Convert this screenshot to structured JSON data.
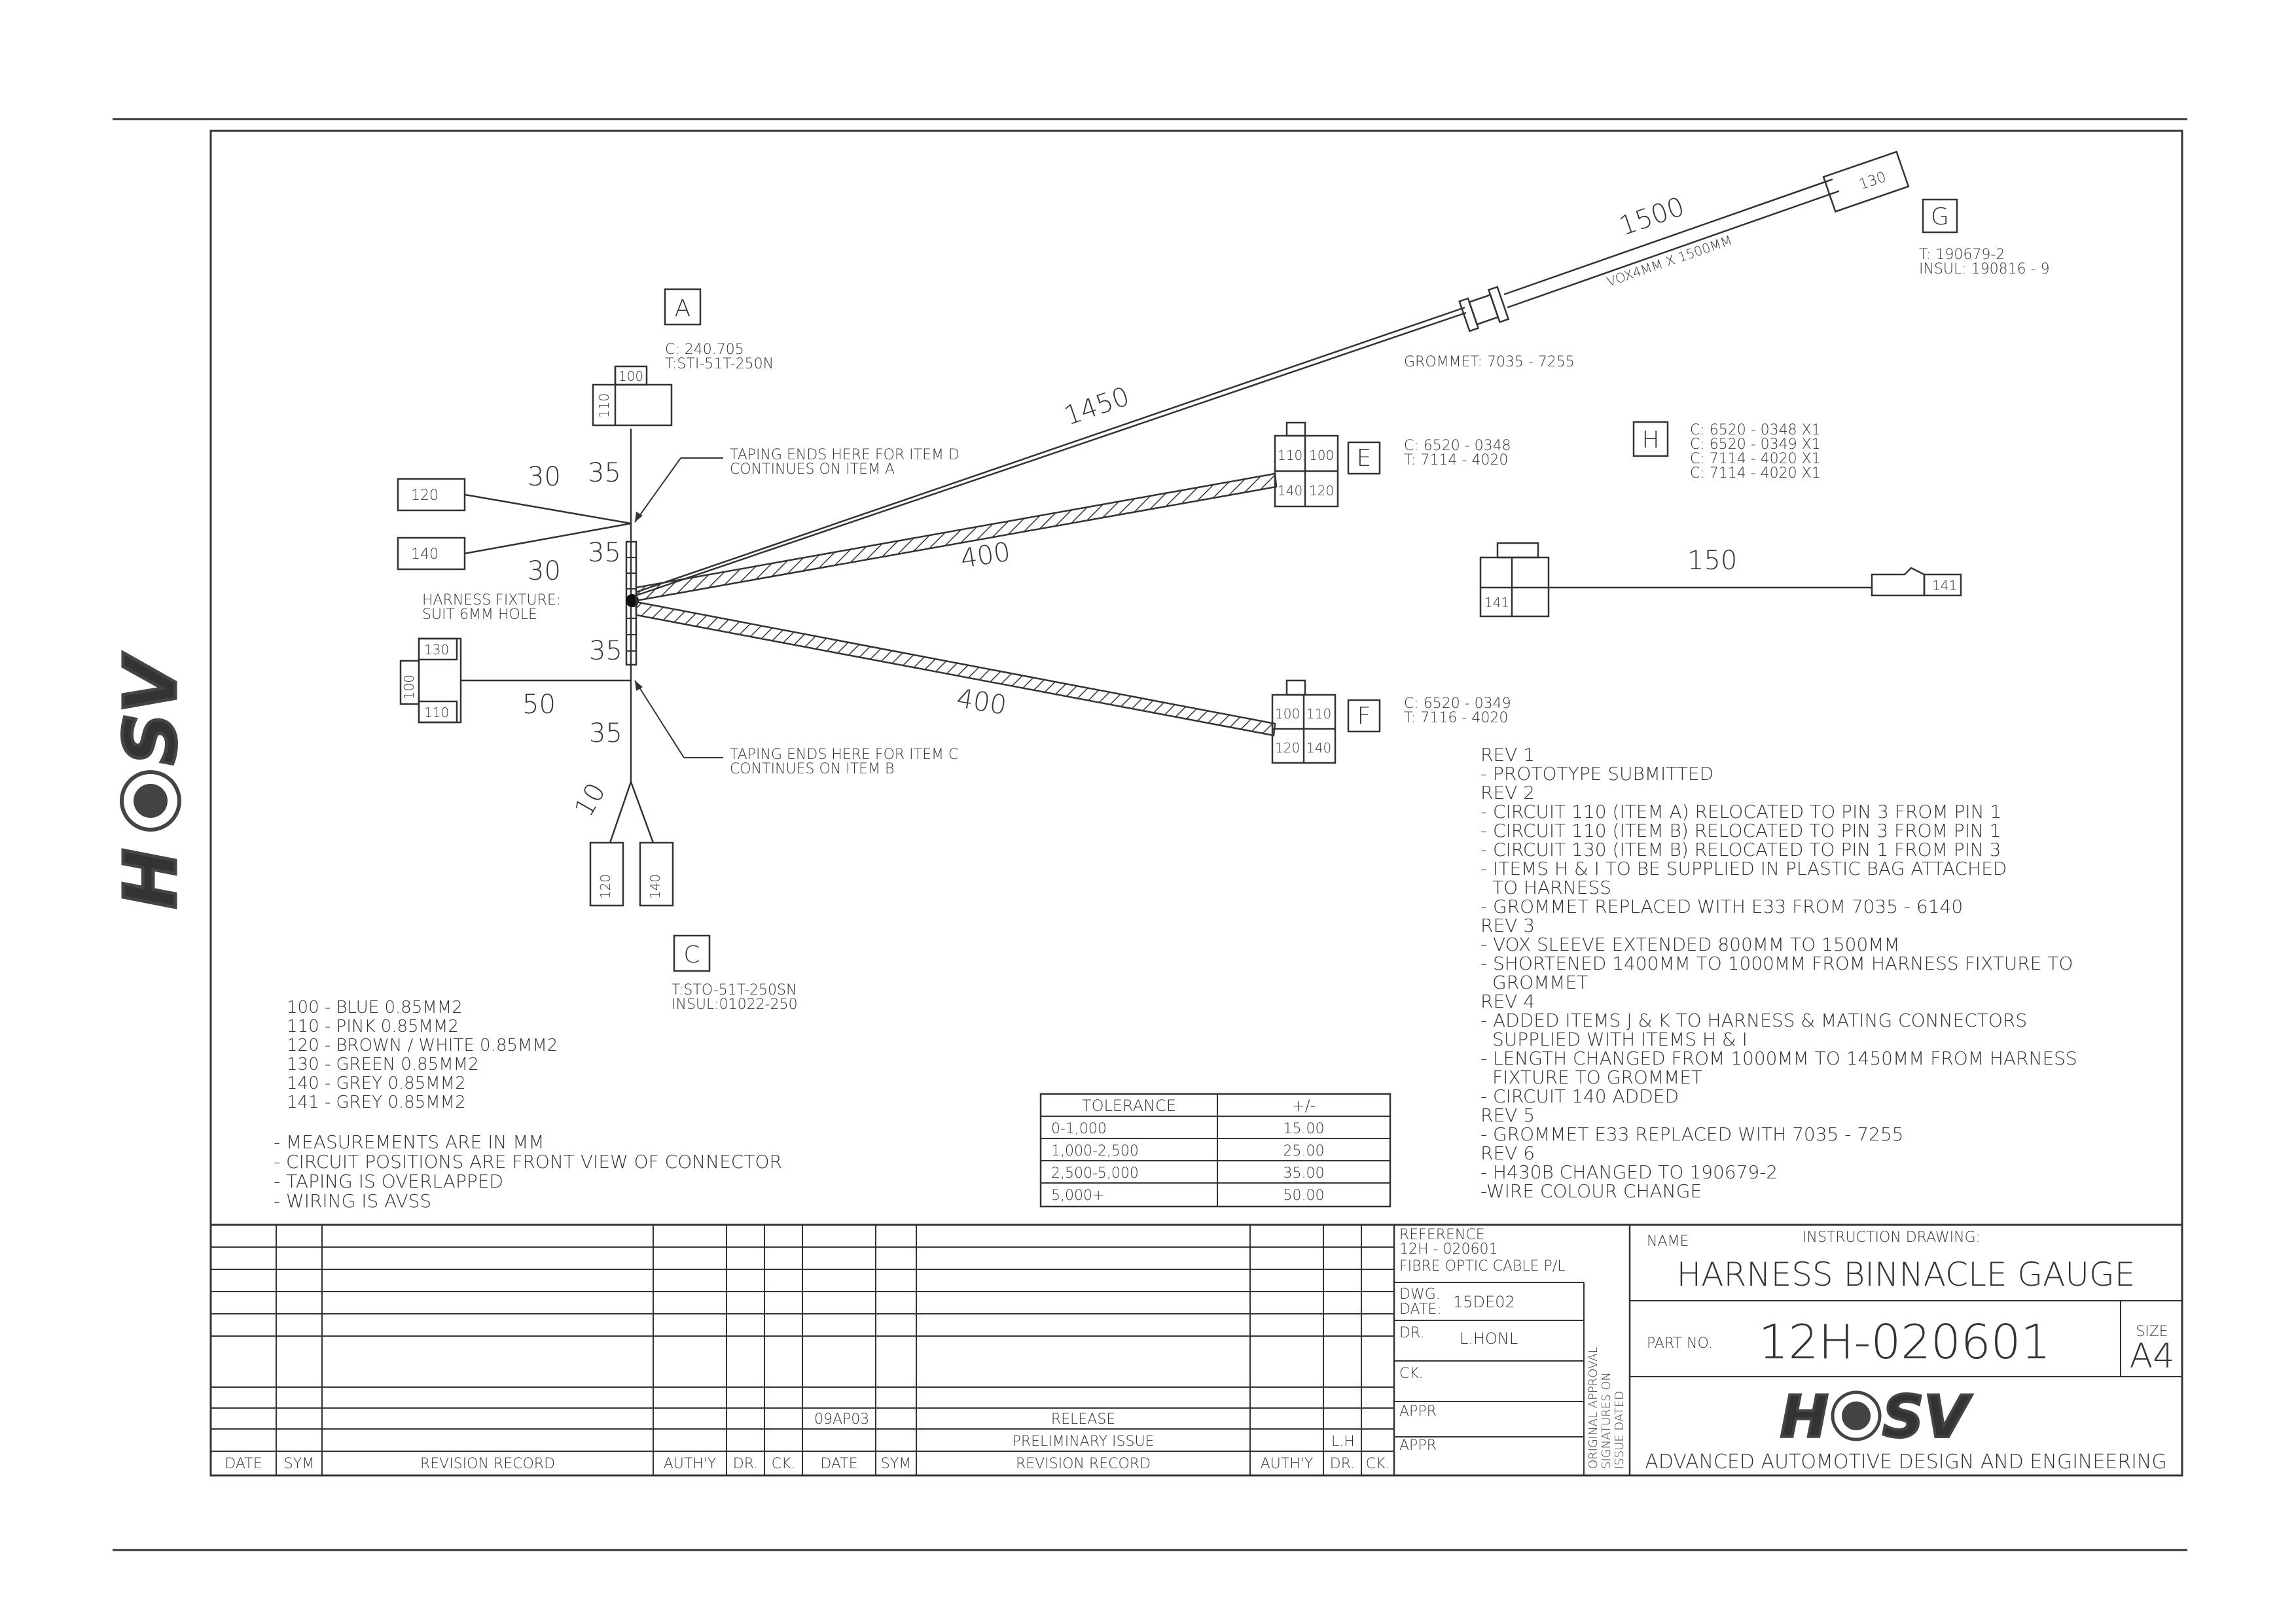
{
  "brand": {
    "logo_text": "HSV"
  },
  "labels": {
    "item_a": "A",
    "item_c": "C",
    "item_e": "E",
    "item_f": "F",
    "item_g": "G",
    "item_h": "H"
  },
  "connector_a": {
    "spec1": "C: 240.705",
    "spec2": "T:STI-51T-250N",
    "pin_top": "100",
    "pin_side": "110"
  },
  "connector_c": {
    "spec1": "T:STO-51T-250SN",
    "spec2": "INSUL:01022-250",
    "pin1": "120",
    "pin2": "140"
  },
  "connector_e": {
    "spec1": "C: 6520 - 0348",
    "spec2": "T: 7114 - 4020",
    "pins": [
      "110",
      "100",
      "140",
      "120"
    ]
  },
  "connector_f": {
    "spec1": "C: 6520 - 0349",
    "spec2": "T: 7116 - 4020",
    "pins": [
      "100",
      "110",
      "120",
      "140"
    ]
  },
  "connector_g": {
    "spec1": "T: 190679-2",
    "spec2": "INSUL: 190816 - 9",
    "pin": "130"
  },
  "connector_h": {
    "lines": [
      "C: 6520 - 0348  X1",
      "C: 6520 - 0349  X1",
      "C: 7114 - 4020  X1",
      "C: 7114 - 4020  X1"
    ],
    "pin": "141",
    "end_pin": "141",
    "length": "150"
  },
  "branches": {
    "b120": "120",
    "b140": "140",
    "b130": "130",
    "b110": "110",
    "b100": "100"
  },
  "dims": {
    "d30a": "30",
    "d35a": "35",
    "d30b": "30",
    "d35b": "35",
    "d35c": "35",
    "d50": "50",
    "d35d": "35",
    "d10": "10",
    "d1450": "1450",
    "d1500": "1500",
    "d400a": "400",
    "d400b": "400"
  },
  "notes": {
    "taping_d_1": "TAPING ENDS HERE FOR ITEM D",
    "taping_d_2": "CONTINUES ON ITEM A",
    "taping_c_1": "TAPING ENDS HERE FOR ITEM C",
    "taping_c_2": "CONTINUES ON ITEM B",
    "fixture_1": "HARNESS FIXTURE:",
    "fixture_2": "SUIT 6MM HOLE",
    "grommet": "GROMMET: 7035 - 7255",
    "sleeve": "VOX4MM X 1500MM"
  },
  "colour_legend": [
    "100 - BLUE 0.85MM2",
    "110 - PINK 0.85MM2",
    "120 - BROWN / WHITE 0.85MM2",
    "130 - GREEN 0.85MM2",
    "140 - GREY 0.85MM2",
    "141 - GREY 0.85MM2"
  ],
  "general_notes": [
    "- MEASUREMENTS ARE IN MM",
    "- CIRCUIT POSITIONS ARE FRONT VIEW OF CONNECTOR",
    "- TAPING IS OVERLAPPED",
    "- WIRING IS AVSS"
  ],
  "tolerance": {
    "header": [
      "TOLERANCE",
      "+/-"
    ],
    "rows": [
      [
        "0-1,000",
        "15.00"
      ],
      [
        "1,000-2,500",
        "25.00"
      ],
      [
        "2,500-5,000",
        "35.00"
      ],
      [
        "5,000+",
        "50.00"
      ]
    ]
  },
  "revisions": [
    "REV 1",
    "- PROTOTYPE SUBMITTED",
    "REV 2",
    "- CIRCUIT 110 (ITEM A) RELOCATED TO PIN 3 FROM PIN 1",
    "- CIRCUIT 110 (ITEM B) RELOCATED TO PIN 3 FROM PIN 1",
    "- CIRCUIT 130  (ITEM B) RELOCATED TO PIN 1 FROM PIN 3",
    "- ITEMS H & I TO BE SUPPLIED IN PLASTIC BAG ATTACHED",
    "  TO HARNESS",
    "- GROMMET REPLACED WITH E33 FROM 7035 - 6140",
    "REV 3",
    "- VOX SLEEVE EXTENDED 800MM TO 1500MM",
    "- SHORTENED 1400MM TO 1000MM FROM HARNESS FIXTURE TO",
    "  GROMMET",
    "REV 4",
    "- ADDED ITEMS J & K TO HARNESS & MATING CONNECTORS",
    "  SUPPLIED WITH ITEMS H & I",
    "- LENGTH CHANGED FROM 1000MM TO 1450MM FROM HARNESS",
    "  FIXTURE TO GROMMET",
    "- CIRCUIT 140 ADDED",
    "REV 5",
    "- GROMMET E33 REPLACED WITH 7035 - 7255",
    "REV 6",
    "- H430B CHANGED TO 190679-2",
    "-WIRE COLOUR CHANGE"
  ],
  "title_block": {
    "rev_headers_left": [
      "DATE",
      "SYM",
      "REVISION RECORD",
      "AUTH'Y",
      "DR.",
      "CK."
    ],
    "rev_headers_right": [
      "DATE",
      "SYM",
      "REVISION RECORD",
      "AUTH'Y",
      "DR.",
      "CK."
    ],
    "release_date": "09AP03",
    "release_text": "RELEASE",
    "prelim_text": "PRELIMINARY ISSUE",
    "prelim_dr": "L.H",
    "reference_label": "REFERENCE",
    "reference_1": "12H - 020601",
    "reference_2": "FIBRE OPTIC CABLE P/L",
    "dwg_label_1": "DWG.",
    "dwg_label_2": "DATE:",
    "dwg_date": "15DE02",
    "dr_label": "DR.",
    "dr_value": "L.HONL",
    "ck_label": "CK.",
    "appr_label_1": "APPR",
    "appr_label_2": "APPR",
    "approval_vertical": [
      "ORIGINAL APPROVAL",
      "SIGNATURES ON",
      "ISSUE DATED"
    ],
    "name_label": "NAME",
    "instruction": "INSTRUCTION DRAWING:",
    "drawing_name": "HARNESS BINNACLE GAUGE",
    "part_label": "PART NO.",
    "part_no": "12H-020601",
    "size_label": "SIZE",
    "size_value": "A4",
    "company": "ADVANCED AUTOMOTIVE DESIGN AND ENGINEERING"
  }
}
